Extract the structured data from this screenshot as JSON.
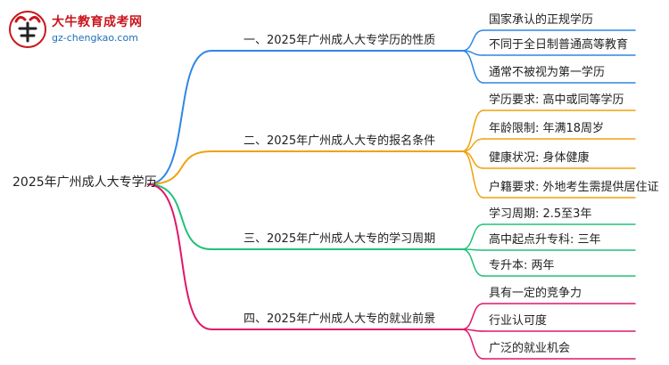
{
  "logo": {
    "title": "大牛教育成考网",
    "url": "gz-chengkao.com"
  },
  "mindmap": {
    "root": "2025年广州成人大专学历",
    "branches": [
      {
        "label": "一、2025年广州成人大专学历的性质",
        "color": "#2f86e6",
        "children": [
          "国家承认的正规学历",
          "不同于全日制普通高等教育",
          "通常不被视为第一学历"
        ]
      },
      {
        "label": "二、2025年广州成人大专的报名条件",
        "color": "#f0a20c",
        "children": [
          "学历要求: 高中或同等学历",
          "年龄限制: 年满18周岁",
          "健康状况: 身体健康",
          "户籍要求: 外地考生需提供居住证"
        ]
      },
      {
        "label": "三、2025年广州成人大专的学习周期",
        "color": "#21c17a",
        "children": [
          "学习周期: 2.5至3年",
          "高中起点升专科: 三年",
          "专升本: 两年"
        ]
      },
      {
        "label": "四、2025年广州成人大专的就业前景",
        "color": "#e0176a",
        "children": [
          "具有一定的竞争力",
          "行业认可度",
          "广泛的就业机会"
        ]
      }
    ]
  }
}
